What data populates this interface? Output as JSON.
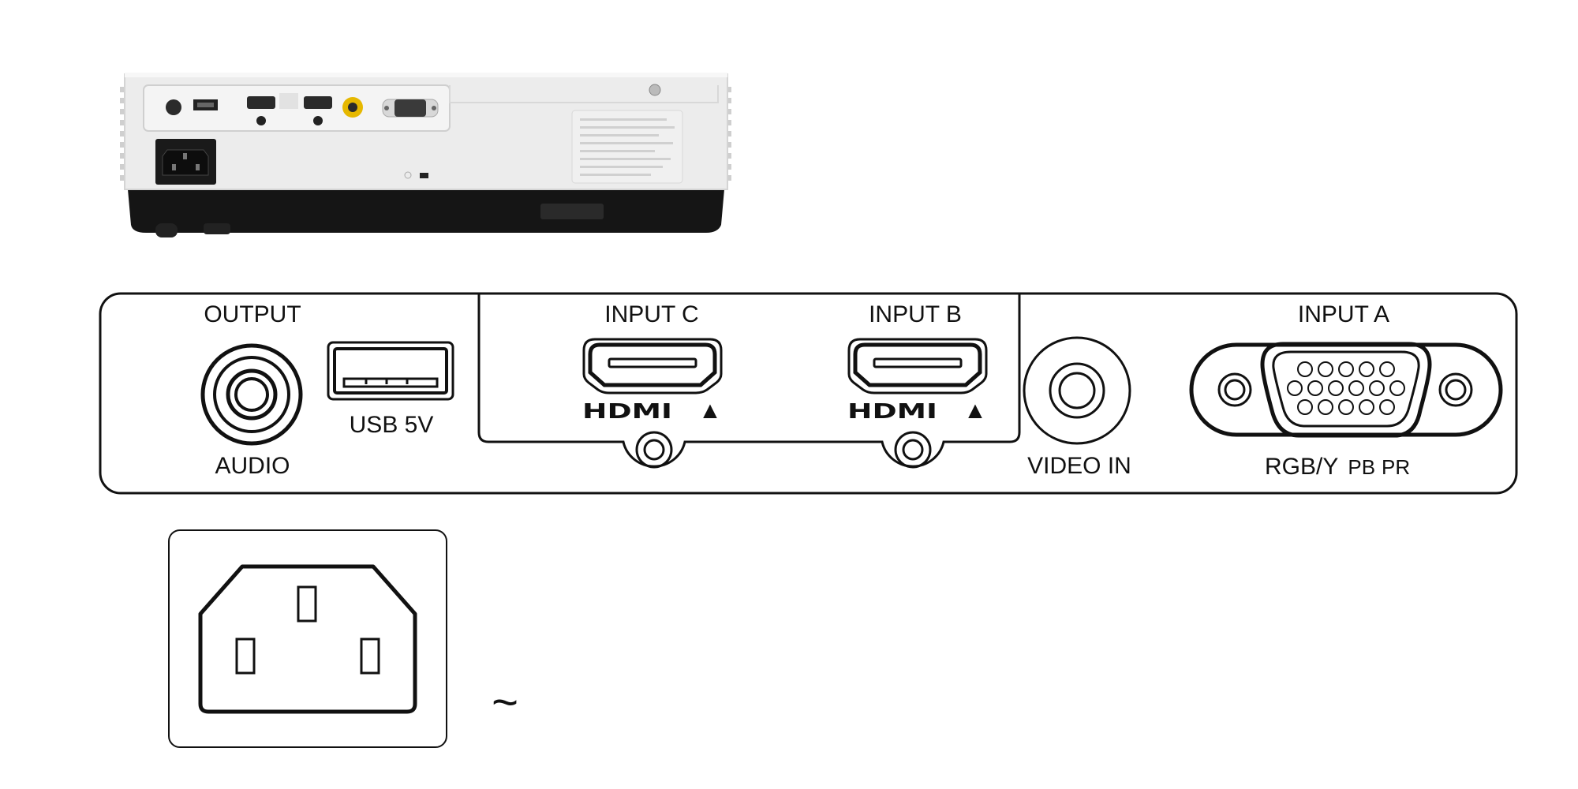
{
  "photo": {
    "name": "projector-rear-photo",
    "colors": {
      "body": "#ececec",
      "panel": "#f4f4f4",
      "base": "#151515",
      "accent": "#e6b800"
    }
  },
  "panel": {
    "output_label": "OUTPUT",
    "audio_label": "AUDIO",
    "usb_label": "USB 5V",
    "input_c_label": "INPUT C",
    "input_b_label": "INPUT B",
    "hdmi_logo": "HDMI",
    "hdmi_arrow": "▲",
    "video_in_label": "VIDEO IN",
    "input_a_label": "INPUT A",
    "rgb_label": "RGB/Y",
    "pb_label": "PB",
    "pr_label": "PR",
    "icons": [
      "audio-jack-icon",
      "usb-port-icon",
      "hdmi-port-icon",
      "rca-video-jack-icon",
      "vga-port-icon",
      "ac-inlet-icon",
      "alternating-current-icon"
    ]
  },
  "power": {
    "ac_symbol": "~"
  },
  "colors": {
    "line": "#111111",
    "background": "#ffffff"
  }
}
